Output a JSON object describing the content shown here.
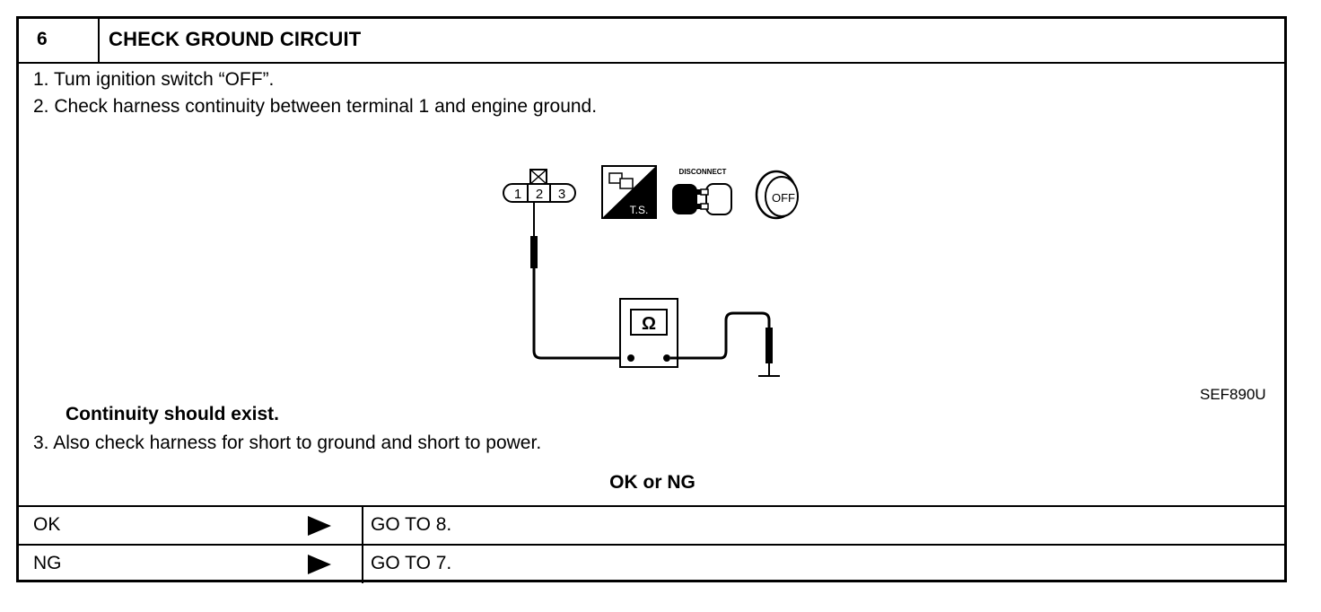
{
  "step": {
    "number": "6",
    "title": "CHECK GROUND CIRCUIT"
  },
  "instructions": {
    "s1": "1. Tum ignition switch “OFF”.",
    "s2": "2. Check harness continuity between terminal 1 and engine ground.",
    "s3": "3. Also check harness for short to ground and short to power."
  },
  "diagram": {
    "connector_terminals": [
      "1",
      "2",
      "3"
    ],
    "ts_label": "T.S.",
    "disconnect_label": "DISCONNECT",
    "key_label": "OFF",
    "ohm_symbol": "Ω",
    "icons": [
      "connector-icon",
      "ts-icon",
      "disconnect-icon",
      "ignition-key-icon",
      "ohmmeter-icon",
      "ground-icon"
    ]
  },
  "figure_ref": "SEF890U",
  "spec": "Continuity should exist.",
  "result_header": "OK or NG",
  "results": [
    {
      "key": "OK",
      "action": "GO TO 8."
    },
    {
      "key": "NG",
      "action": "GO TO 7."
    }
  ]
}
